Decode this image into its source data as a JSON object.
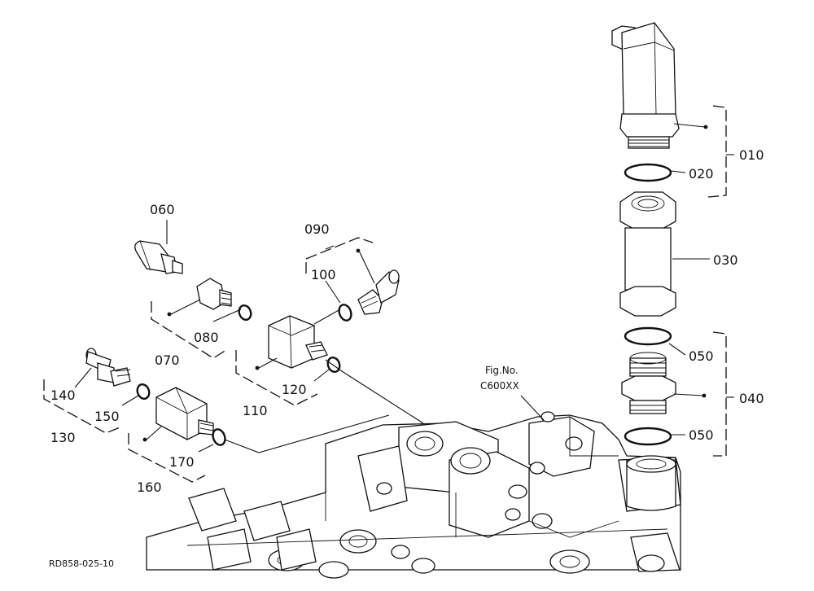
{
  "diagram": {
    "labels": {
      "p010": "010",
      "p020": "020",
      "p030": "030",
      "p040": "040",
      "p050a": "050",
      "p050b": "050",
      "p060": "060",
      "p070": "070",
      "p080": "080",
      "p090": "090",
      "p100": "100",
      "p110": "110",
      "p120": "120",
      "p130": "130",
      "p140": "140",
      "p150": "150",
      "p160": "160",
      "p170": "170"
    },
    "figure_ref_line1": "Fig.No.",
    "figure_ref_line2": "C600XX",
    "drawing_code": "RD858-025-10"
  }
}
